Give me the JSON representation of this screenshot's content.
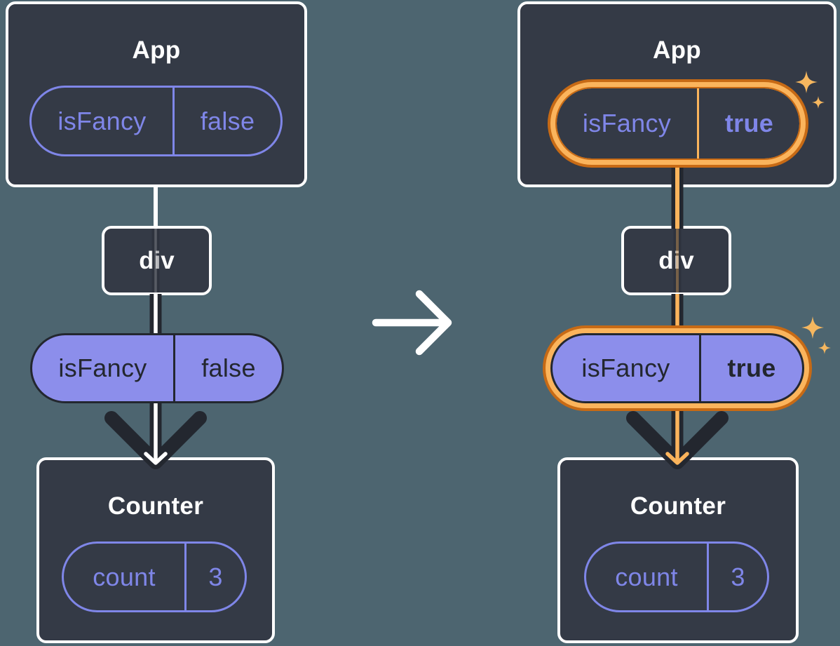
{
  "colors": {
    "background": "#4d6570",
    "box": "#343a46",
    "ink": "#23272f",
    "purple": "#7f86e8",
    "purple-fill": "#8c8eeb",
    "orange-light": "#fbb45c",
    "orange-dark": "#c76a15",
    "sparkle": "#f6b75f",
    "white": "#ffffff"
  },
  "before": {
    "app": {
      "title": "App",
      "prop_name": "isFancy",
      "prop_value": "false"
    },
    "div_label": "div",
    "passed_prop": {
      "name": "isFancy",
      "value": "false"
    },
    "counter": {
      "title": "Counter",
      "state_name": "count",
      "state_value": "3"
    }
  },
  "after": {
    "app": {
      "title": "App",
      "prop_name": "isFancy",
      "prop_value": "true"
    },
    "div_label": "div",
    "passed_prop": {
      "name": "isFancy",
      "value": "true"
    },
    "counter": {
      "title": "Counter",
      "state_name": "count",
      "state_value": "3"
    }
  }
}
